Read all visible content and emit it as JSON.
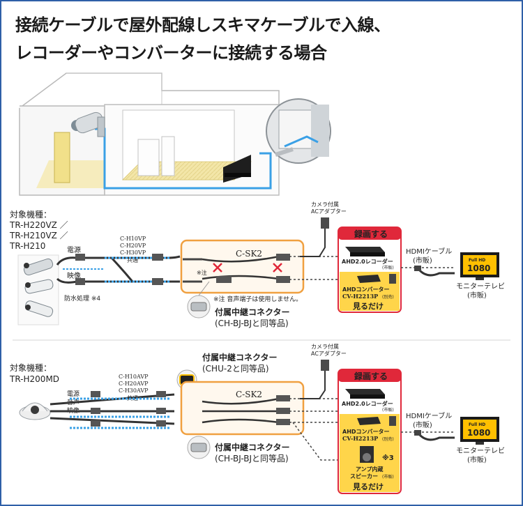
{
  "title": {
    "line1": "接続ケーブルで屋外配線しスキマケーブルで入線、",
    "line2": "レコーダーやコンバーターに接続する場合"
  },
  "colors": {
    "frame": "#2f5fa8",
    "rec_header": "#e0283a",
    "orange": "#f0a040",
    "cable_blue": "#3aa0e6",
    "yellow_box": "#ffd54a",
    "hdmi_tv": "#ffc000"
  },
  "diagram1": {
    "target_label": "対象機種：",
    "models": [
      "TR-H220VZ ／",
      "TR-H210VZ ／",
      "TR-H210"
    ],
    "power": "電源",
    "video": "映像",
    "waterproof": "防水処理 ※4",
    "cable_models": [
      "C-H10VP",
      "C-H20VP",
      "C-H30VP"
    ],
    "cable_common": "共通",
    "csk": "C-SK2",
    "note_mark": "※注",
    "note_text": "※注 音声端子は使用しません。",
    "relay_title": "付属中継コネクター",
    "relay_sub": "(CH-BJ-BJと同等品)",
    "adapter": [
      "カメラ付属",
      "ACアダプター"
    ],
    "rec_header": "録画する",
    "recorder": "AHD2.0レコーダー",
    "recorder_tag": "(市販)",
    "converter": "AHDコンバーター",
    "converter_model": "CV-H2213P",
    "converter_tag": "(別売)",
    "view_only": "見るだけ",
    "hdmi": [
      "HDMIケーブル",
      "(市販)"
    ],
    "tv": [
      "モニターテレビ",
      "(市販)"
    ],
    "tv_screen": [
      "Full HD",
      "1080"
    ]
  },
  "diagram2": {
    "target_label": "対象機種：",
    "models": [
      "TR-H200MD"
    ],
    "power": "電源",
    "audio": "音声",
    "video": "映像",
    "cable_models": [
      "C-H10AVP",
      "C-H20AVP",
      "C-H30AVP"
    ],
    "cable_common": "共通",
    "csk": "C-SK2",
    "chu_title": "付属中継コネクター",
    "chu_sub": "(CHU-2と同等品)",
    "relay_title": "付属中継コネクター",
    "relay_sub": "(CH-BJ-BJと同等品)",
    "adapter": [
      "カメラ付属",
      "ACアダプター"
    ],
    "rec_header": "録画する",
    "recorder": "AHD2.0レコーダー",
    "recorder_tag": "(市販)",
    "converter": "AHDコンバーター",
    "converter_model": "CV-H2213P",
    "converter_tag": "(別売)",
    "amp_mark": "※3",
    "amp": [
      "アンプ内蔵",
      "スピーカー"
    ],
    "amp_tag": "(市販)",
    "view_only": "見るだけ",
    "hdmi": [
      "HDMIケーブル",
      "(市販)"
    ],
    "tv": [
      "モニターテレビ",
      "(市販)"
    ],
    "tv_screen": [
      "Full HD",
      "1080"
    ]
  }
}
